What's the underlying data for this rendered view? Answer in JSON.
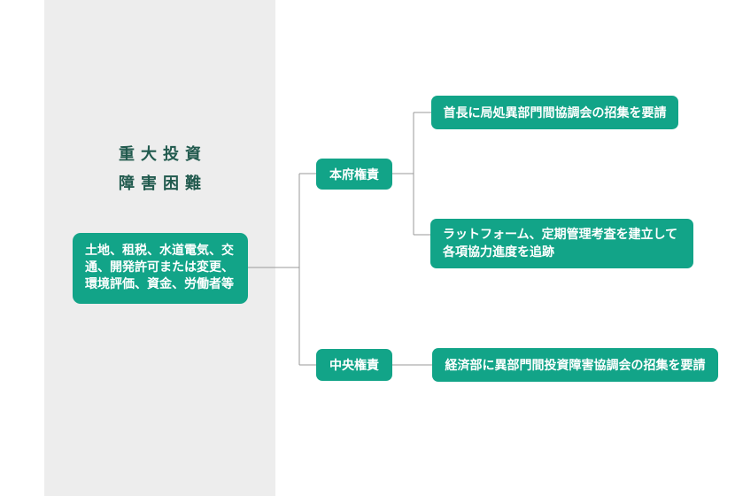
{
  "colors": {
    "accent_green": "#12a488",
    "title_text": "#215a4e",
    "panel_background": "#ededed",
    "connector_line": "#999999",
    "box_text": "#ffffff"
  },
  "left_panel": {
    "title_lines": [
      "重大投資",
      "障害困難"
    ],
    "root_node_lines": [
      "土地、租税、水道電気、交",
      "通、開発許可または変更、",
      "環境評価、資金、労働者等"
    ]
  },
  "branches": {
    "local": {
      "label": "本府権責",
      "leaf_top": "首長に局処異部門間協調会の招集を要請",
      "leaf_mid_lines": [
        "ラットフォーム、定期管理考査を建立して",
        "各項協力進度を追跡"
      ]
    },
    "central": {
      "label": "中央権責",
      "leaf": "経済部に異部門間投資障害協調会の招集を要請"
    }
  }
}
